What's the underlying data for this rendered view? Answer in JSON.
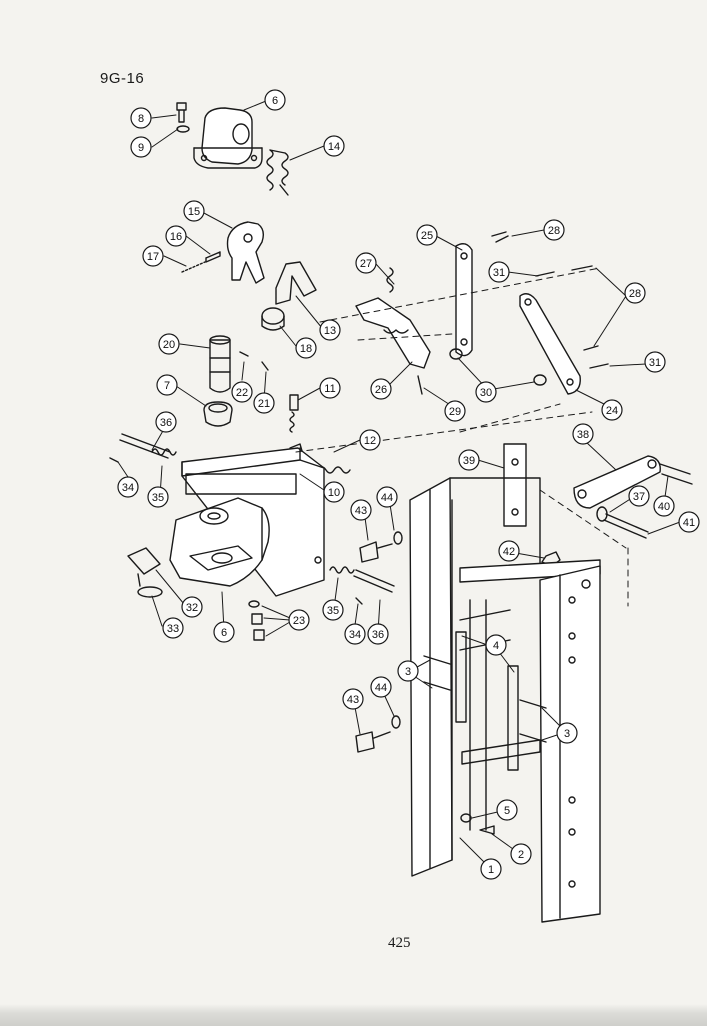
{
  "page": {
    "code": "9G-16",
    "number": "425"
  },
  "callouts": [
    {
      "label": "8"
    },
    {
      "label": "9"
    },
    {
      "label": "6"
    },
    {
      "label": "14"
    },
    {
      "label": "15"
    },
    {
      "label": "16"
    },
    {
      "label": "17"
    },
    {
      "label": "13"
    },
    {
      "label": "18"
    },
    {
      "label": "20"
    },
    {
      "label": "22"
    },
    {
      "label": "21"
    },
    {
      "label": "7"
    },
    {
      "label": "11"
    },
    {
      "label": "12"
    },
    {
      "label": "10"
    },
    {
      "label": "36"
    },
    {
      "label": "34"
    },
    {
      "label": "35"
    },
    {
      "label": "43"
    },
    {
      "label": "44"
    },
    {
      "label": "32"
    },
    {
      "label": "33"
    },
    {
      "label": "6"
    },
    {
      "label": "35"
    },
    {
      "label": "34"
    },
    {
      "label": "36"
    },
    {
      "label": "23"
    },
    {
      "label": "25"
    },
    {
      "label": "28"
    },
    {
      "label": "27"
    },
    {
      "label": "31"
    },
    {
      "label": "28"
    },
    {
      "label": "26"
    },
    {
      "label": "30"
    },
    {
      "label": "29"
    },
    {
      "label": "31"
    },
    {
      "label": "24"
    },
    {
      "label": "38"
    },
    {
      "label": "39"
    },
    {
      "label": "37"
    },
    {
      "label": "40"
    },
    {
      "label": "41"
    },
    {
      "label": "42"
    },
    {
      "label": "4"
    },
    {
      "label": "3"
    },
    {
      "label": "3"
    },
    {
      "label": "43"
    },
    {
      "label": "44"
    },
    {
      "label": "5"
    },
    {
      "label": "2"
    },
    {
      "label": "1"
    }
  ]
}
